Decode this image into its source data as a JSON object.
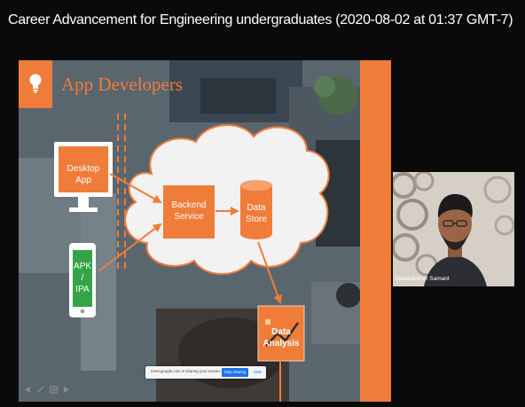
{
  "meeting": {
    "title": "Career Advancement for Engineering undergraduates (2020-08-02 at 01:37 GMT-7)"
  },
  "slide": {
    "heading": "App Developers",
    "logo_icon": "lightbulb-icon",
    "desktop_label": "Desktop App",
    "mobile_label_lines": [
      "APK",
      "/",
      "IPA"
    ],
    "backend_label_lines": [
      "Backend",
      "Service"
    ],
    "datastore_label_lines": [
      "Data",
      "Store"
    ],
    "analysis_label_lines": [
      "Data",
      "Analysis"
    ]
  },
  "share_bar": {
    "message": "meet.google.com is sharing your screen.",
    "stop_label": "Stop sharing",
    "hide_label": "Hide"
  },
  "controls": {
    "icons": [
      "previous-arrow-icon",
      "pen-icon",
      "slides-icon",
      "next-arrow-icon"
    ]
  },
  "participant": {
    "name": "Nandakishor Samant"
  },
  "colors": {
    "accent": "#f07c3a",
    "background": "#0a0a0a",
    "share_blue": "#1a73e8"
  }
}
